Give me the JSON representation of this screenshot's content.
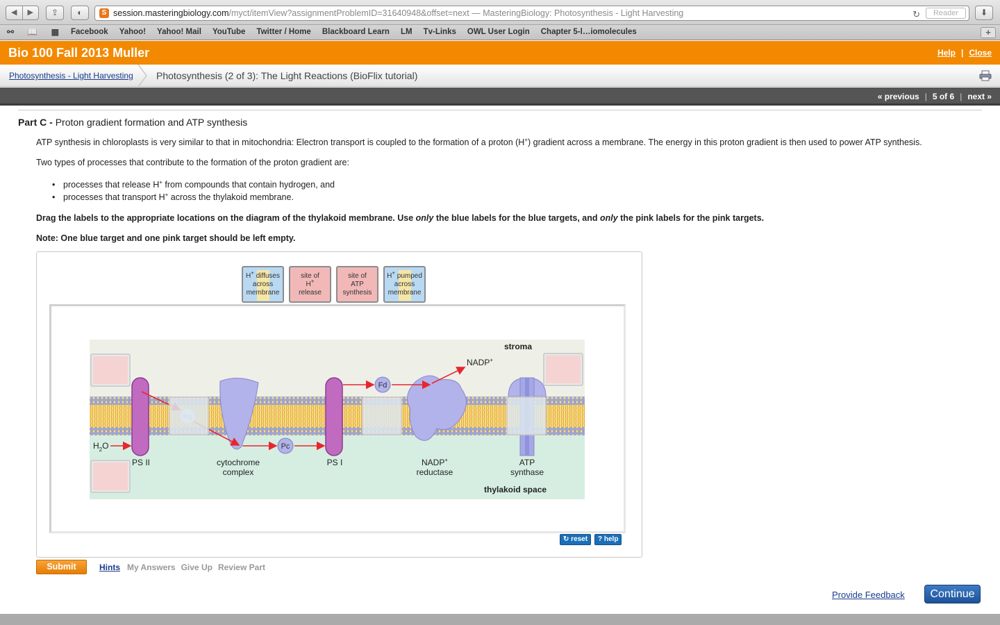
{
  "browser": {
    "url_host": "session.masteringbiology.com",
    "url_path": "/myct/itemView?assignmentProblemID=31640948&offset=next",
    "url_title": " — MasteringBiology: Photosynthesis - Light Harvesting",
    "reader_label": "Reader",
    "bookmarks": [
      "Facebook",
      "Yahoo!",
      "Yahoo! Mail",
      "YouTube",
      "Twitter / Home",
      "Blackboard Learn",
      "LM",
      "Tv-Links",
      "OWL User Login",
      "Chapter 5-l…iomolecules"
    ]
  },
  "header": {
    "title": "Bio 100 Fall 2013 Muller",
    "help_label": "Help",
    "close_label": "Close"
  },
  "breadcrumb": {
    "parent": "Photosynthesis - Light Harvesting",
    "current": "Photosynthesis (2 of 3): The Light Reactions (BioFlix tutorial)"
  },
  "pager": {
    "previous": "« previous",
    "position": "5 of 6",
    "next": "next »"
  },
  "content": {
    "part_label": "Part C -",
    "part_title": "Proton gradient formation and ATP synthesis",
    "intro_a": "ATP synthesis in chloroplasts is very similar to that in mitochondria: Electron transport is coupled to the formation of a proton (H",
    "intro_sup": "+",
    "intro_b": ") gradient across a membrane. The energy in this proton gradient is then used to power ATP synthesis.",
    "types_intro": "Two types of processes that contribute to the formation of the proton gradient are:",
    "bullet1_a": "processes that release H",
    "bullet1_b": " from compounds that contain hydrogen, and",
    "bullet2_a": "processes that transport H",
    "bullet2_b": " across the thylakoid membrane.",
    "instr_a": "Drag the labels to the appropriate locations on the diagram of the thylakoid membrane. Use ",
    "instr_only1": "only",
    "instr_b": " the blue labels for the blue targets, and ",
    "instr_only2": "only",
    "instr_c": " the pink labels for the pink targets.",
    "note": "Note: One blue target and one pink target should be left empty."
  },
  "labels": [
    {
      "line1": "H",
      "sup": "+",
      "line1b": " diffuses",
      "line2": "across",
      "line3": "membrane",
      "color": "blue"
    },
    {
      "line1": "site of",
      "line2": "H",
      "sup": "+",
      "line3": "release",
      "color": "pink"
    },
    {
      "line1": "site of",
      "line2": "ATP",
      "line3": "synthesis",
      "color": "pink"
    },
    {
      "line1": "H",
      "sup": "+",
      "line1b": " pumped",
      "line2": "across",
      "line3": "membrane",
      "color": "blue"
    }
  ],
  "diagram": {
    "stroma": "stroma",
    "thylakoid_space": "thylakoid space",
    "nadp_top": "NADP",
    "h2o": "H",
    "h2o_sub": "2",
    "h2o_o": "O",
    "pq": "Pq",
    "pc": "Pc",
    "fd": "Fd",
    "psii": "PS II",
    "cyt1": "cytochrome",
    "cyt2": "complex",
    "psi": "PS I",
    "nadp_red1": "NADP",
    "nadp_red2": "reductase",
    "atp1": "ATP",
    "atp2": "synthase",
    "colors": {
      "stroma_bg": "#eef0e8",
      "lumen_bg": "#d6eee2",
      "membrane_head": "#9aa6dd",
      "membrane_tail": "#f2c14e",
      "protein": "#b2b3ea",
      "ps_protein": "#c06ac0",
      "arrow": "#e8262e"
    }
  },
  "tools": {
    "reset": "reset",
    "help": "help"
  },
  "actions": {
    "submit": "Submit",
    "hints": "Hints",
    "my_answers": "My Answers",
    "give_up": "Give Up",
    "review_part": "Review Part",
    "feedback": "Provide Feedback",
    "continue": "Continue"
  }
}
